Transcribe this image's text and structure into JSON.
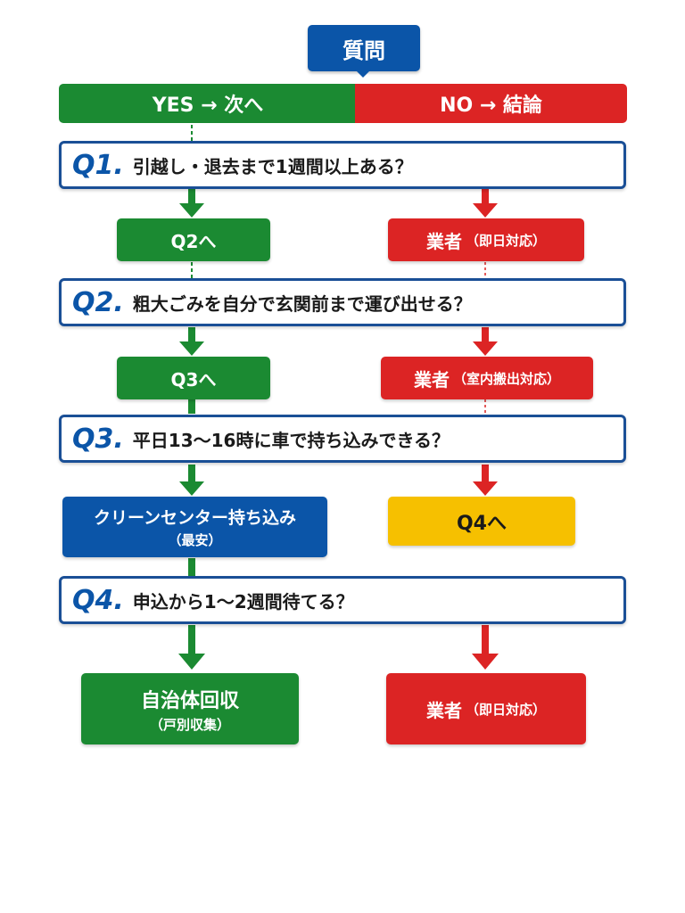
{
  "title": "質問",
  "banner": {
    "yes": "YES → 次へ",
    "no": "NO → 結論"
  },
  "questions": [
    {
      "num": "Q1.",
      "text": "引越し・退去まで1週間以上ある？"
    },
    {
      "num": "Q2.",
      "text": "粗大ごみを自分で玄関前まで運び出せる？"
    },
    {
      "num": "Q3.",
      "text": "平日13〜16時に車で持ち込みできる？"
    },
    {
      "num": "Q4.",
      "text": "申込から1〜2週間待てる？"
    }
  ],
  "results": {
    "q1_yes": {
      "main": "Q2へ"
    },
    "q1_no": {
      "main": "業者",
      "sub": "（即日対応）"
    },
    "q2_yes": {
      "main": "Q3へ"
    },
    "q2_no": {
      "main": "業者",
      "sub": "（室内搬出対応）"
    },
    "q3_yes": {
      "main": "クリーンセンター持ち込み",
      "line2": "（最安）"
    },
    "q3_no": {
      "main": "Q4へ"
    },
    "q4_yes": {
      "main": "自治体回収",
      "line2": "（戸別収集）"
    },
    "q4_no": {
      "main": "業者",
      "sub": "（即日対応）"
    }
  },
  "colors": {
    "yes": "#1b8a32",
    "no": "#dc2424",
    "question": "#0b55a8",
    "highlight": "#f6c000"
  }
}
